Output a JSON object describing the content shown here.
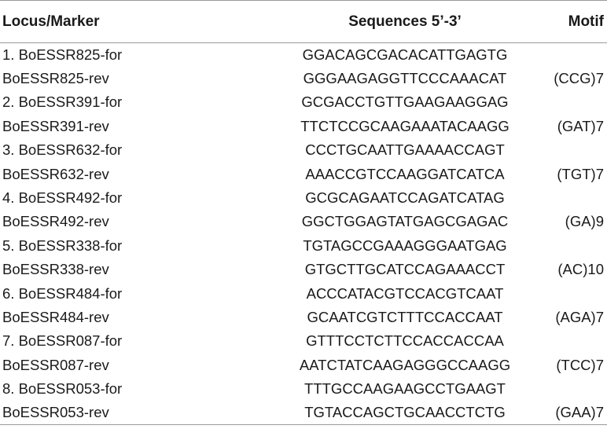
{
  "header": {
    "locus": "Locus/Marker",
    "sequences": "Sequences 5’-3’",
    "motif": "Motif"
  },
  "rows": [
    {
      "locus": "1. BoESSR825-for",
      "seq": "GGACAGCGACACATTGAGTG",
      "motif": ""
    },
    {
      "locus": "BoESSR825-rev",
      "seq": "GGGAAGAGGTTCCCAAACAT",
      "motif": "(CCG)7"
    },
    {
      "locus": "2. BoESSR391-for",
      "seq": "GCGACCTGTTGAAGAAGGAG",
      "motif": ""
    },
    {
      "locus": "BoESSR391-rev",
      "seq": "TTCTCCGCAAGAAATACAAGG",
      "motif": "(GAT)7"
    },
    {
      "locus": "3. BoESSR632-for",
      "seq": "CCCTGCAATTGAAAACCAGT",
      "motif": ""
    },
    {
      "locus": "BoESSR632-rev",
      "seq": "AAACCGTCCAAGGATCATCA",
      "motif": "(TGT)7"
    },
    {
      "locus": "4. BoESSR492-for",
      "seq": "GCGCAGAATCCAGATCATAG",
      "motif": ""
    },
    {
      "locus": "BoESSR492-rev",
      "seq": "GGCTGGAGTATGAGCGAGAC",
      "motif": "(GA)9"
    },
    {
      "locus": "5. BoESSR338-for",
      "seq": "TGTAGCCGAAAGGGAATGAG",
      "motif": ""
    },
    {
      "locus": "BoESSR338-rev",
      "seq": "GTGCTTGCATCCAGAAACCT",
      "motif": "(AC)10"
    },
    {
      "locus": "6. BoESSR484-for",
      "seq": "ACCCATACGTCCACGTCAAT",
      "motif": ""
    },
    {
      "locus": "BoESSR484-rev",
      "seq": "GCAATCGTCTTTCCACCAAT",
      "motif": "(AGA)7"
    },
    {
      "locus": "7. BoESSR087-for",
      "seq": "GTTTCCTCTTCCACCACCAA",
      "motif": ""
    },
    {
      "locus": "BoESSR087-rev",
      "seq": "AATCTATCAAGAGGGCCAAGG",
      "motif": "(TCC)7"
    },
    {
      "locus": "8. BoESSR053-for",
      "seq": "TTTGCCAAGAAGCCTGAAGT",
      "motif": ""
    },
    {
      "locus": "BoESSR053-rev",
      "seq": "TGTACCAGCTGCAACCTCTG",
      "motif": "(GAA)7"
    }
  ]
}
